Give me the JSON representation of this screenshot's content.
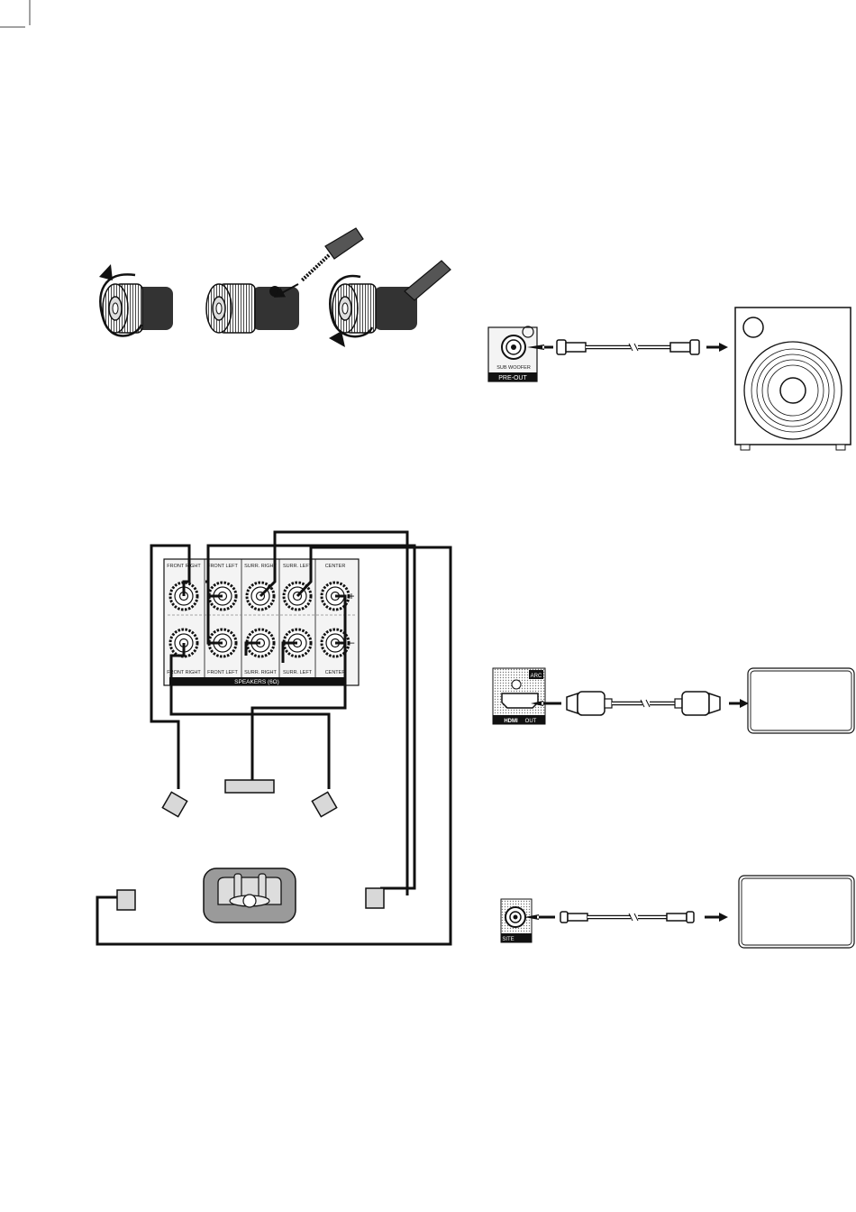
{
  "speaker_panel": {
    "top_labels": [
      "FRONT RIGHT",
      "FRONT LEFT",
      "SURR. RIGHT",
      "SURR. LEFT",
      "CENTER"
    ],
    "bottom_labels": [
      "FRONT RIGHT",
      "FRONT LEFT",
      "SURR. RIGHT",
      "SURR. LEFT",
      "CENTER"
    ],
    "bar_label": "SPEAKERS (6Ω)",
    "plus": "+",
    "minus": "–"
  },
  "subwoofer": {
    "jack_label": "SUB WOOFER",
    "section_label": "PRE-OUT"
  },
  "hdmi": {
    "arc_label": "ARC",
    "out_label": "OUT",
    "logo_label": "HDMI"
  },
  "audio_out": {
    "label": "SITE"
  },
  "colors": {
    "line": "#111111",
    "panel_fill": "#f4f4f4",
    "sofa_fill": "#9a9a9a",
    "speaker_fill": "#d8d8d8"
  },
  "icons": [
    "binding-post-icon",
    "speaker-wire-icon",
    "rotate-arrow-icon",
    "subwoofer-icon",
    "rca-plug-icon",
    "hdmi-plug-icon",
    "tv-icon",
    "sofa-icon",
    "listener-icon"
  ]
}
